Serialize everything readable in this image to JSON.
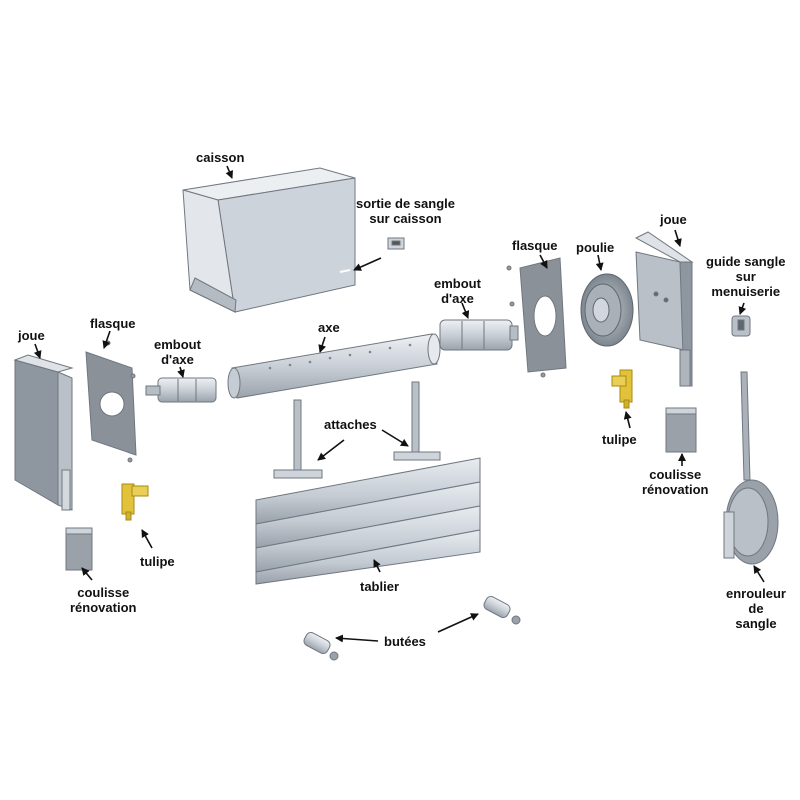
{
  "labels": {
    "caisson": "caisson",
    "sortie_sangle": [
      "sortie de sangle",
      "sur caisson"
    ],
    "joue_left": "joue",
    "flasque_left": "flasque",
    "embout_left": [
      "embout",
      "d'axe"
    ],
    "axe": "axe",
    "embout_right": [
      "embout",
      "d'axe"
    ],
    "flasque_right": "flasque",
    "poulie": "poulie",
    "joue_right": "joue",
    "guide_sangle": [
      "guide sangle",
      "sur",
      "menuiserie"
    ],
    "attaches": "attaches",
    "tulipe_left": "tulipe",
    "tulipe_right": "tulipe",
    "coulisse_left": [
      "coulisse",
      "rénovation"
    ],
    "coulisse_right": [
      "coulisse",
      "rénovation"
    ],
    "tablier": "tablier",
    "butees": "butées",
    "enrouleur": [
      "enrouleur",
      "de",
      "sangle"
    ]
  },
  "colors": {
    "metal_light": "#d9dde2",
    "metal_mid": "#b9c0c8",
    "metal_dark": "#8e969f",
    "outline": "#6f7780",
    "tulipe": "#e2c23a",
    "arrow": "#111111"
  }
}
